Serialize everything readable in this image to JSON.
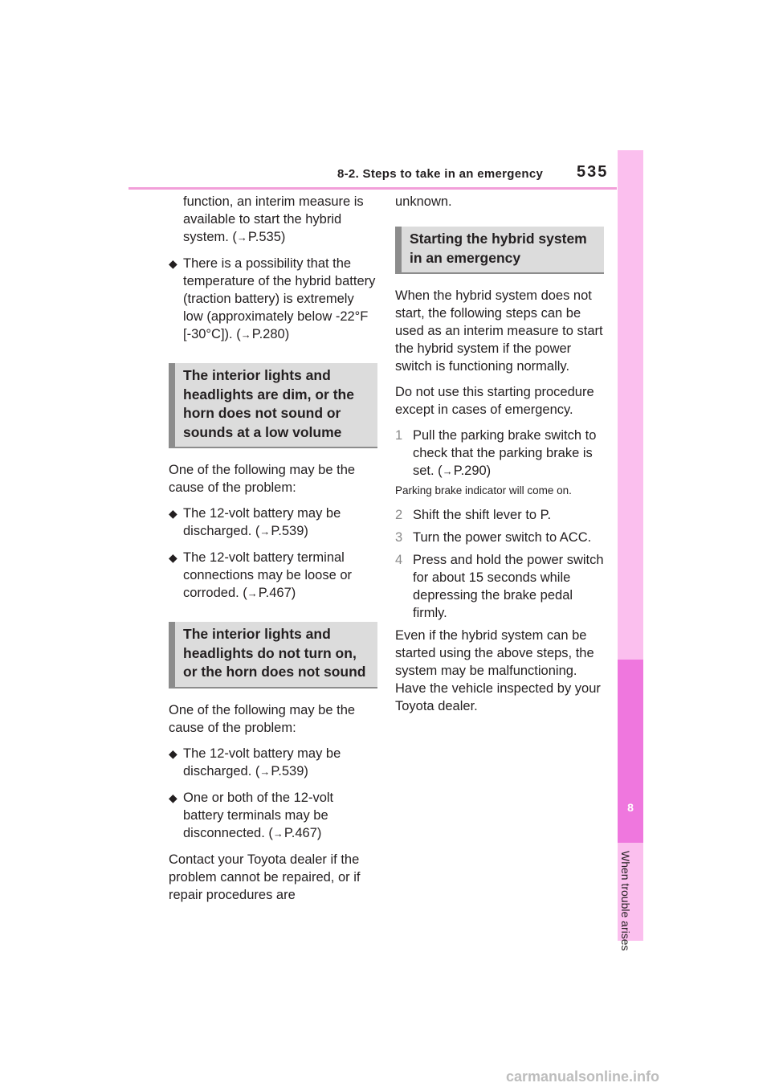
{
  "header": {
    "section_title": "8-2. Steps to take in an emergency",
    "page_number": "535"
  },
  "side_tab": {
    "chapter_number": "8",
    "chapter_label": "When trouble arises"
  },
  "left_column": {
    "cont_para": "function, an interim measure is available to start the hybrid system. (",
    "cont_ref": "P.535)",
    "bullet_temp": "There is a possibility that the temperature of the hybrid battery (traction battery) is extremely low (approximately below -22°F [-30°C]). (",
    "bullet_temp_ref": "P.280)",
    "section1_title": "The interior lights and headlights are dim, or the horn does not sound or sounds at a low volume",
    "section1_intro": "One of the following may be the cause of the problem:",
    "section1_b1": "The 12-volt battery may be discharged. (",
    "section1_b1_ref": "P.539)",
    "section1_b2": "The 12-volt battery terminal connections may be loose or corroded. (",
    "section1_b2_ref": "P.467)",
    "section2_title": "The interior lights and headlights do not turn on, or the horn does not sound",
    "section2_intro": "One of the following may be the cause of the problem:",
    "section2_b1": "The 12-volt battery may be discharged. (",
    "section2_b1_ref": "P.539)",
    "section2_b2": "One or both of the 12-volt battery terminals may be disconnected. (",
    "section2_b2_ref": "P.467)",
    "contact_para": "Contact your Toyota dealer if the problem cannot be repaired, or if repair procedures are"
  },
  "right_column": {
    "cont_word": "unknown.",
    "section3_title": "Starting the hybrid system in an emergency",
    "para1": "When the hybrid system does not start, the following steps can be used as an interim measure to start the hybrid system if the power switch is functioning normally.",
    "para2": "Do not use this starting procedure except in cases of emergency.",
    "steps": [
      {
        "num": "1",
        "text": "Pull the parking brake switch to check that the parking brake is set. (",
        "ref": "P.290)"
      },
      {
        "num": "2",
        "text": "Shift the shift lever to P."
      },
      {
        "num": "3",
        "text": "Turn the power switch to ACC."
      },
      {
        "num": "4",
        "text": "Press and hold the power switch for about 15 seconds while depressing the brake pedal firmly."
      }
    ],
    "step1_note": "Parking brake indicator will come on.",
    "para3": "Even if the hybrid system can be started using the above steps, the system may be malfunctioning. Have the vehicle inspected by your Toyota dealer."
  },
  "watermark": "carmanualsonline.info"
}
